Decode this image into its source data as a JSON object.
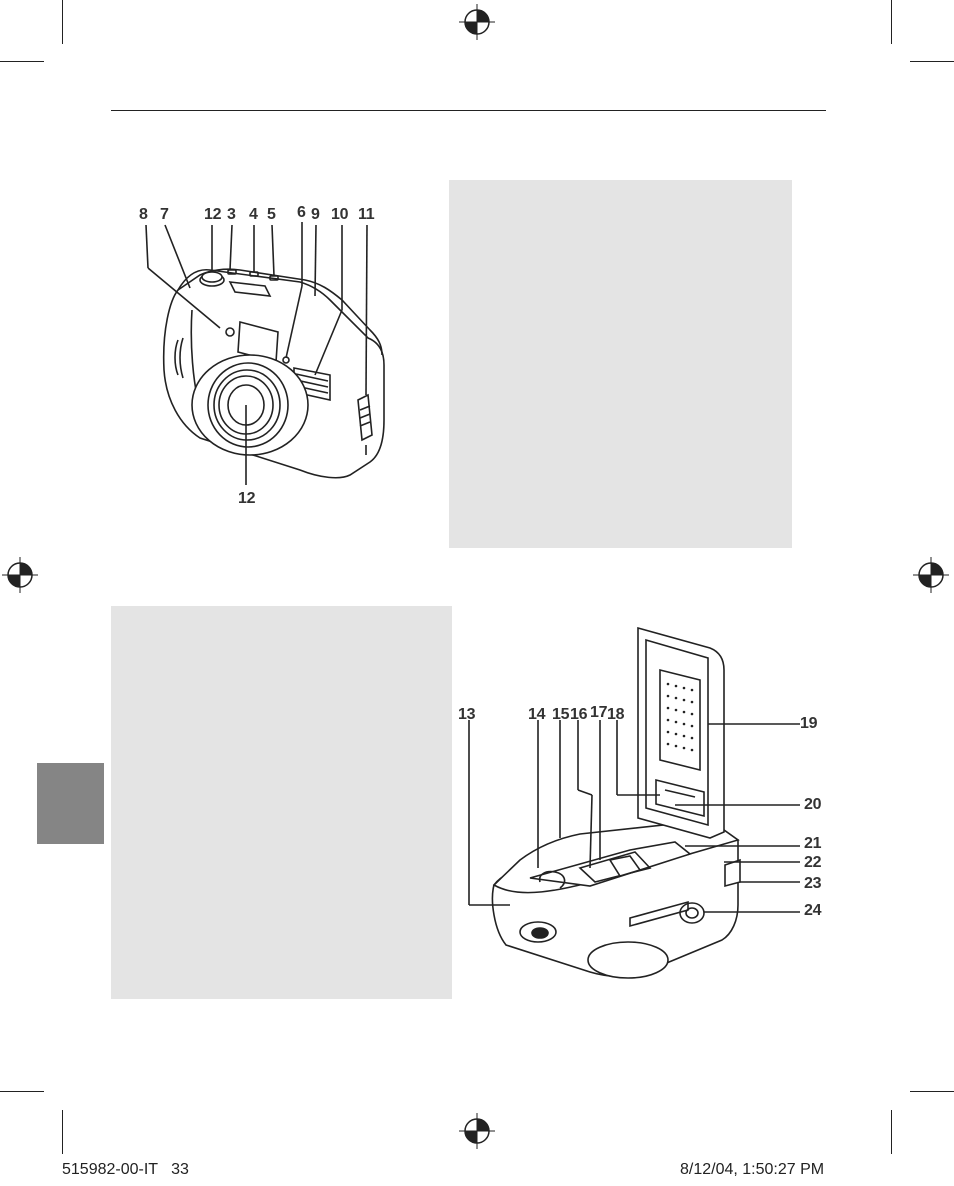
{
  "diagram1": {
    "callouts": [
      "8",
      "7",
      "12",
      "3",
      "4",
      "5",
      "6",
      "9",
      "10",
      "11",
      "12"
    ]
  },
  "diagram2": {
    "callouts": [
      "13",
      "14",
      "15",
      "16",
      "17",
      "18",
      "19",
      "20",
      "21",
      "22",
      "23",
      "24"
    ]
  },
  "footer": {
    "left": "515982-00-IT   33",
    "right": "8/12/04, 1:50:27 PM"
  }
}
